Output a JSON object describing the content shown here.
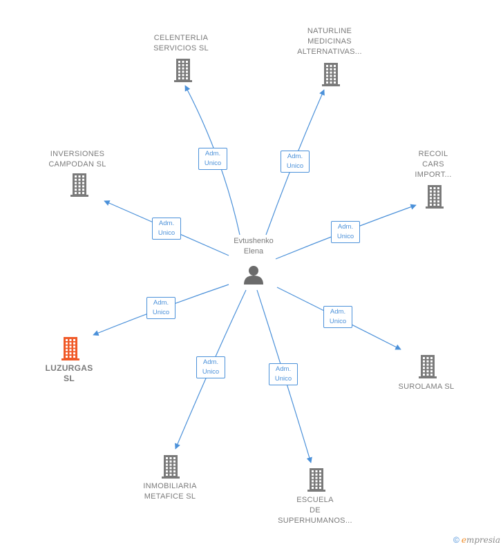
{
  "center": {
    "name": "Evtushenko\nElena",
    "icon": "person-icon"
  },
  "companies": [
    {
      "id": "celenterlia",
      "label": "CELENTERLIA\nSERVICIOS  SL",
      "role": "Adm.\nUnico",
      "highlight": false
    },
    {
      "id": "naturline",
      "label": "NATURLINE\nMEDICINAS\nALTERNATIVAS...",
      "role": "Adm.\nUnico",
      "highlight": false
    },
    {
      "id": "recoil",
      "label": "RECOIL\nCARS\nIMPORT...",
      "role": "Adm.\nUnico",
      "highlight": false
    },
    {
      "id": "inversiones",
      "label": "INVERSIONES\nCAMPODAN  SL",
      "role": "Adm.\nUnico",
      "highlight": false
    },
    {
      "id": "luzurgas",
      "label": "LUZURGAS\nSL",
      "role": "Adm.\nUnico",
      "highlight": true
    },
    {
      "id": "surolama",
      "label": "SUROLAMA  SL",
      "role": "Adm.\nUnico",
      "highlight": false
    },
    {
      "id": "inmobiliaria",
      "label": "INMOBILIARIA\nMETAFICE  SL",
      "role": "Adm.\nUnico",
      "highlight": false
    },
    {
      "id": "escuela",
      "label": "ESCUELA\nDE\nSUPERHUMANOS...",
      "role": "Adm.\nUnico",
      "highlight": false
    }
  ],
  "colors": {
    "edge": "#4a90d9",
    "building": "#7a7a7a",
    "highlight": "#f05a28",
    "person": "#6b6b6b"
  },
  "footer": {
    "copyright": "©",
    "brand_e": "e",
    "brand_rest": "mpresia"
  }
}
